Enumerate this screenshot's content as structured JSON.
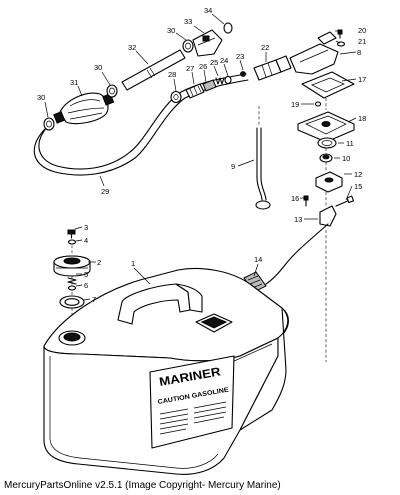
{
  "diagram": {
    "callouts": [
      {
        "id": "c1",
        "text": "1"
      },
      {
        "id": "c2",
        "text": "2"
      },
      {
        "id": "c3",
        "text": "3"
      },
      {
        "id": "c4",
        "text": "4"
      },
      {
        "id": "c5",
        "text": "5"
      },
      {
        "id": "c6",
        "text": "6"
      },
      {
        "id": "c7",
        "text": "7"
      },
      {
        "id": "c8",
        "text": "8"
      },
      {
        "id": "c9",
        "text": "9"
      },
      {
        "id": "c10",
        "text": "10"
      },
      {
        "id": "c11",
        "text": "11"
      },
      {
        "id": "c12",
        "text": "12"
      },
      {
        "id": "c13",
        "text": "13"
      },
      {
        "id": "c14",
        "text": "14"
      },
      {
        "id": "c15",
        "text": "15"
      },
      {
        "id": "c16",
        "text": "16"
      },
      {
        "id": "c17",
        "text": "17"
      },
      {
        "id": "c18",
        "text": "18"
      },
      {
        "id": "c19",
        "text": "19"
      },
      {
        "id": "c20",
        "text": "20"
      },
      {
        "id": "c21",
        "text": "21"
      },
      {
        "id": "c22",
        "text": "22"
      },
      {
        "id": "c23",
        "text": "23"
      },
      {
        "id": "c24",
        "text": "24"
      },
      {
        "id": "c25",
        "text": "25"
      },
      {
        "id": "c26",
        "text": "26"
      },
      {
        "id": "c27",
        "text": "27"
      },
      {
        "id": "c28",
        "text": "28"
      },
      {
        "id": "c29",
        "text": "29"
      },
      {
        "id": "c30a",
        "text": "30"
      },
      {
        "id": "c30b",
        "text": "30"
      },
      {
        "id": "c30c",
        "text": "30"
      },
      {
        "id": "c31",
        "text": "31"
      },
      {
        "id": "c32",
        "text": "32"
      },
      {
        "id": "c33",
        "text": "33"
      },
      {
        "id": "c34",
        "text": "34"
      }
    ],
    "tank_label": {
      "brand": "MARINER",
      "caution": "CAUTION GASOLINE"
    },
    "footer": "MercuryPartsOnline v2.5.1 (Image Copyright- Mercury Marine)"
  }
}
